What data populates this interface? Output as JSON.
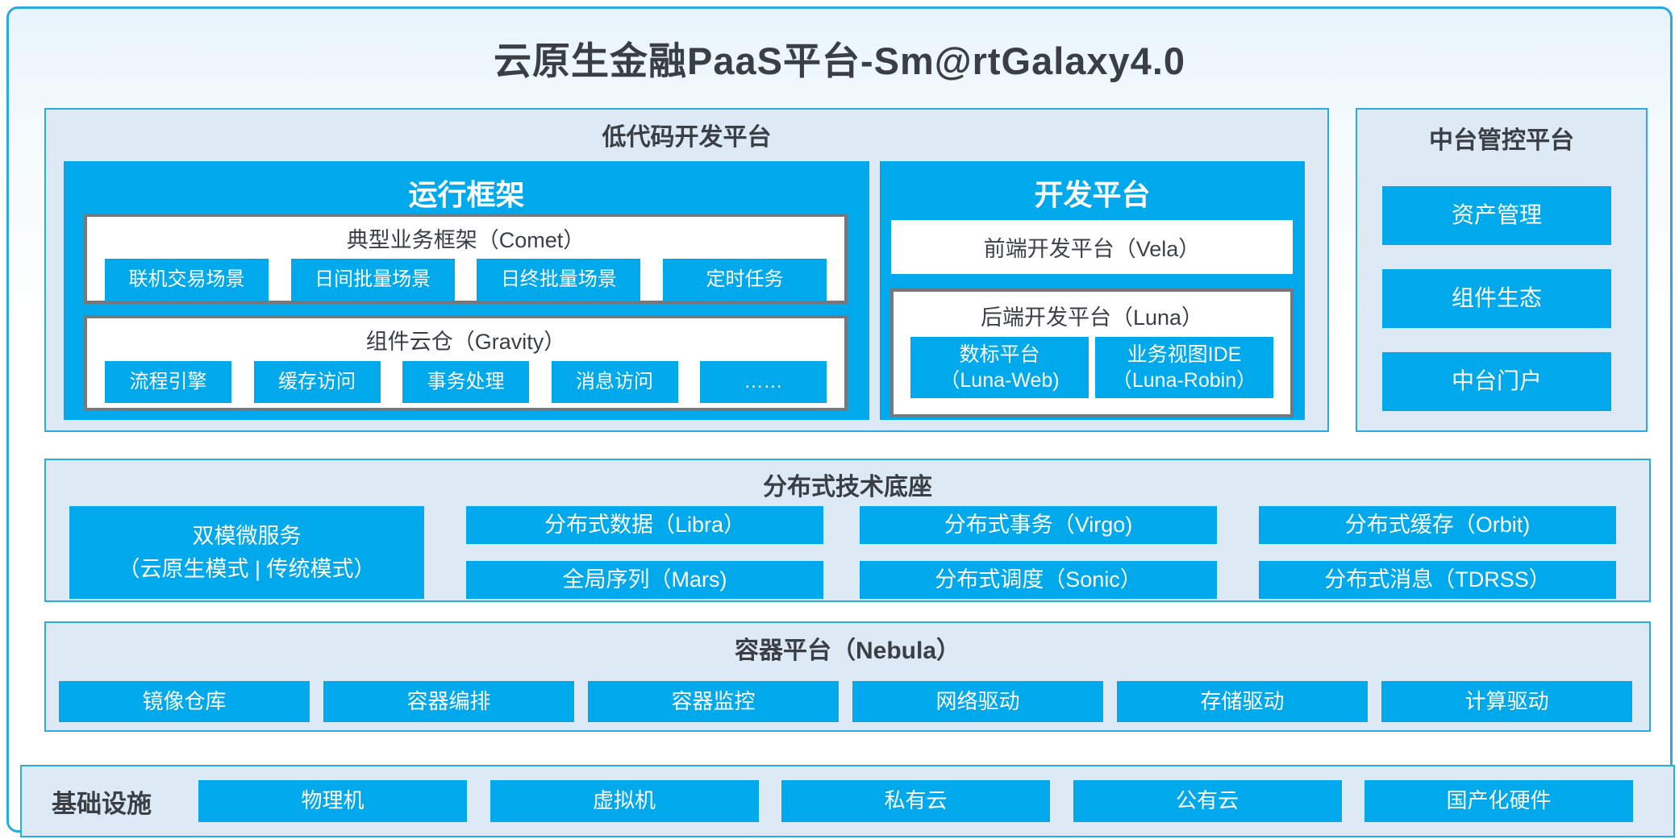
{
  "title": "云原生金融PaaS平台-Sm@rtGalaxy4.0",
  "colors": {
    "accent_cyan": "#00a9ec",
    "panel_background": "#dde9f4",
    "cyan_border": "#29abe2",
    "gray_border": "#75787d",
    "dark_text": "#3a3f46",
    "white_text": "#ffffff"
  },
  "lowcode": {
    "title": "低代码开发平台",
    "runtime": {
      "title": "运行框架",
      "comet": {
        "title": "典型业务框架（Comet）",
        "items": [
          "联机交易场景",
          "日间批量场景",
          "日终批量场景",
          "定时任务"
        ]
      },
      "gravity": {
        "title": "组件云仓（Gravity）",
        "items": [
          "流程引擎",
          "缓存访问",
          "事务处理",
          "消息访问",
          "……"
        ]
      }
    },
    "dev": {
      "title": "开发平台",
      "vela": "前端开发平台（Vela）",
      "luna": {
        "title": "后端开发平台（Luna）",
        "items": [
          "数标平台\n（Luna-Web)",
          "业务视图IDE\n（Luna-Robin）"
        ]
      }
    }
  },
  "midplatform": {
    "title": "中台管控平台",
    "items": [
      "资产管理",
      "组件生态",
      "中台门户"
    ]
  },
  "distributed": {
    "title": "分布式技术底座",
    "dual_microservice": "双模微服务\n（云原生模式 | 传统模式）",
    "columns": [
      [
        "分布式数据（Libra）",
        "全局序列（Mars)"
      ],
      [
        "分布式事务（Virgo)",
        "分布式调度（Sonic）"
      ],
      [
        "分布式缓存（Orbit)",
        "分布式消息（TDRSS）"
      ]
    ]
  },
  "container_platform": {
    "title": "容器平台（Nebula）",
    "items": [
      "镜像仓库",
      "容器编排",
      "容器监控",
      "网络驱动",
      "存储驱动",
      "计算驱动"
    ]
  },
  "infrastructure": {
    "label": "基础设施",
    "items": [
      "物理机",
      "虚拟机",
      "私有云",
      "公有云",
      "国产化硬件"
    ]
  }
}
